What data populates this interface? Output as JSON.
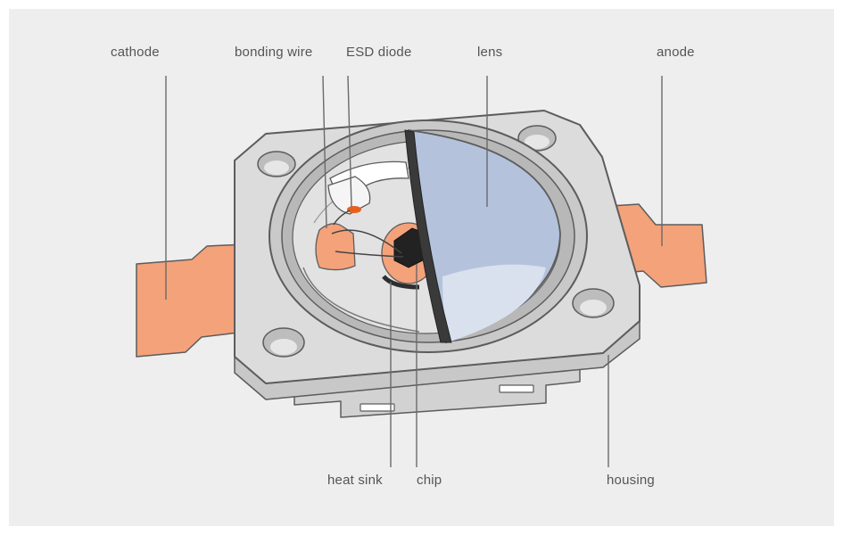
{
  "diagram": {
    "labels": {
      "cathode": "cathode",
      "bonding_wire": "bonding wire",
      "esd_diode": "ESD diode",
      "lens": "lens",
      "anode": "anode",
      "heat_sink": "heat sink",
      "chip": "chip",
      "housing": "housing"
    },
    "colors": {
      "background": "#eeeeee",
      "housing": "#d9d9d9",
      "housing_edge": "#5c5c5c",
      "copper": "#f4a27a",
      "lens": "#b4c2dc",
      "leader_line": "#6a6a6a",
      "label_text": "#555555"
    }
  }
}
